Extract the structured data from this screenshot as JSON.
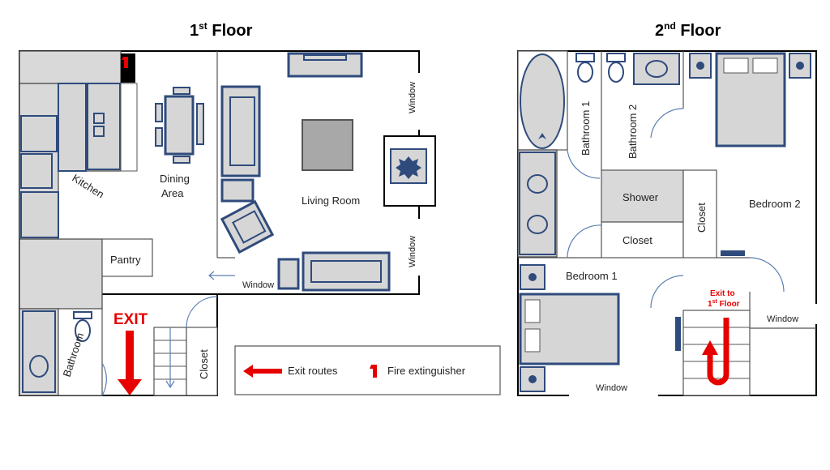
{
  "floor1": {
    "title": "1",
    "title_sup": "st",
    "title_rest": "Floor",
    "rooms": {
      "kitchen": "Kitchen",
      "dining_line1": "Dining",
      "dining_line2": "Area",
      "living": "Living Room",
      "pantry": "Pantry",
      "bathroom": "Bathroom",
      "closet": "Closet"
    },
    "window_labels": {
      "right_top": "Window",
      "right_bottom": "Window",
      "bottom": "Window"
    },
    "exit_label": "EXIT"
  },
  "floor2": {
    "title": "2",
    "title_sup": "nd",
    "title_rest": "Floor",
    "rooms": {
      "bathroom1": "Bathroom 1",
      "bathroom2": "Bathroom 2",
      "shower": "Shower",
      "closet_upper": "Closet",
      "closet_lower": "Closet",
      "bedroom1": "Bedroom 1",
      "bedroom2": "Bedroom 2"
    },
    "window_labels": {
      "right": "Window",
      "bottom": "Window"
    },
    "exit_to_line1": "Exit to",
    "exit_to_line2_num": "1",
    "exit_to_line2_sup": "st",
    "exit_to_line2_rest": " Floor"
  },
  "legend": {
    "exit_routes": "Exit routes",
    "fire_extinguisher": "Fire extinguisher"
  },
  "colors": {
    "exit": "#e60000",
    "furniture_stroke": "#2f4b7c",
    "furniture_fill": "#d6d6d6"
  }
}
